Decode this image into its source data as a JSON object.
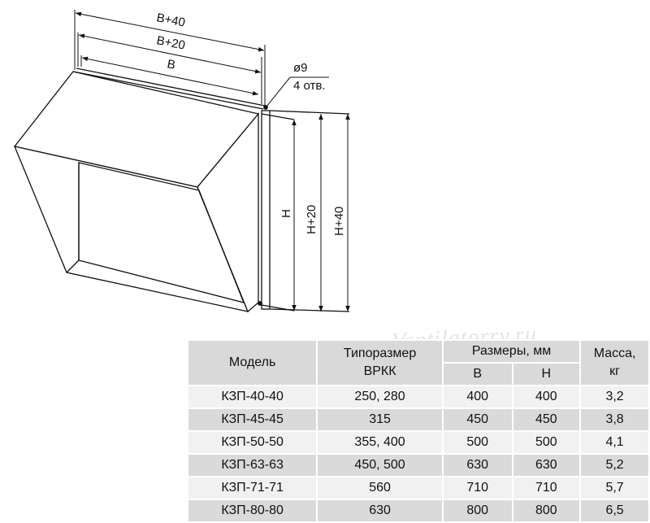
{
  "drawing": {
    "dims": {
      "width_outer": "B+40",
      "width_mid": "B+20",
      "width_inner": "B",
      "height_inner": "H",
      "height_mid": "H+20",
      "height_outer": "H+40",
      "hole_diameter": "ø9",
      "hole_count": "4 отв."
    }
  },
  "watermark": "Ventilatorry.ru",
  "table": {
    "headers": {
      "model": "Модель",
      "size_type": "Типоразмер ВРКК",
      "dimensions": "Размеры, мм",
      "b": "B",
      "h": "H",
      "mass": "Масса, кг"
    },
    "rows": [
      {
        "model": "КЗП-40-40",
        "size": "250, 280",
        "b": "400",
        "h": "400",
        "mass": "3,2"
      },
      {
        "model": "КЗП-45-45",
        "size": "315",
        "b": "450",
        "h": "450",
        "mass": "3,8"
      },
      {
        "model": "КЗП-50-50",
        "size": "355, 400",
        "b": "500",
        "h": "500",
        "mass": "4,1"
      },
      {
        "model": "КЗП-63-63",
        "size": "450, 500",
        "b": "630",
        "h": "630",
        "mass": "5,2"
      },
      {
        "model": "КЗП-71-71",
        "size": "560",
        "b": "710",
        "h": "710",
        "mass": "5,7"
      },
      {
        "model": "КЗП-80-80",
        "size": "630",
        "b": "800",
        "h": "800",
        "mass": "6,5"
      }
    ]
  }
}
